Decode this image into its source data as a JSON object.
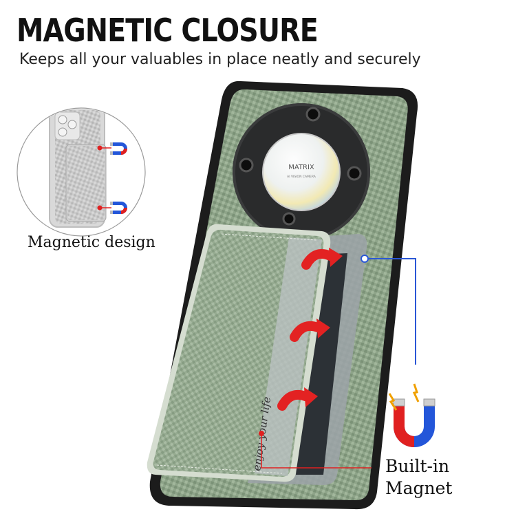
{
  "header": {
    "title": "MAGNETIC CLOSURE",
    "subtitle": "Keeps all your valuables in place neatly and securely"
  },
  "callouts": {
    "magnetic_design": "Magnetic design",
    "built_in_line1": "Built-in",
    "built_in_line2": "Magnet"
  },
  "camera_module": {
    "brand": "MATRIX",
    "sub": "AI VISION CAMERA"
  },
  "card_pocket": {
    "script_text": "enjoy your life"
  },
  "colors": {
    "case_green": "#8fa88a",
    "case_dark_green": "#6f8a6c",
    "bumper": "#1c1c1c",
    "arrow_red": "#e32222",
    "connector_blue": "#2a57d6",
    "magnet_red": "#e02020",
    "magnet_blue": "#2356d9"
  },
  "icons": [
    "magnet-icon",
    "spark-icon",
    "arrow-curve-icon",
    "camera-lens-icon"
  ]
}
